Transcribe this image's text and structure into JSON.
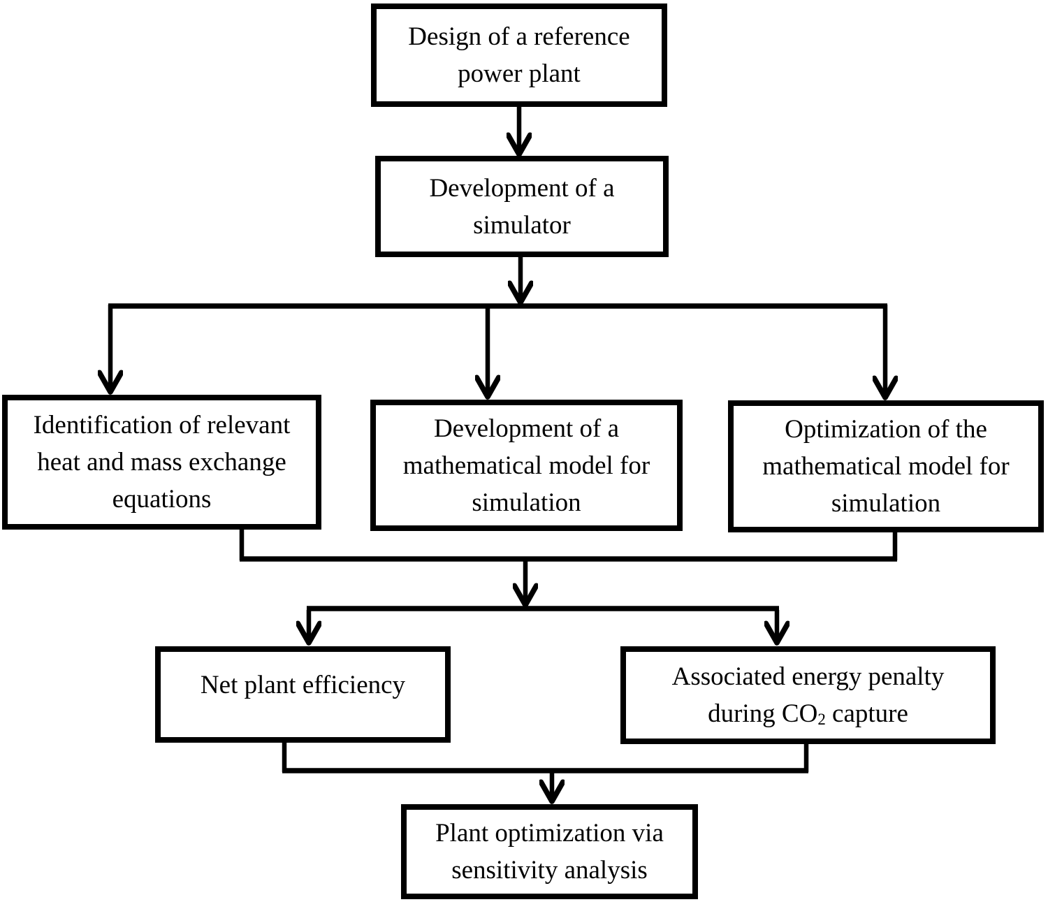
{
  "diagram_type": "flowchart",
  "colors": {
    "background": "#ffffff",
    "box_border": "#000000",
    "box_fill": "#ffffff",
    "text": "#000000",
    "connector": "#000000"
  },
  "boxes": {
    "design": {
      "lines": [
        "Design of a reference",
        "power plant"
      ]
    },
    "simulator": {
      "lines": [
        "Development of a",
        "simulator"
      ]
    },
    "identification": {
      "lines": [
        "Identification of relevant",
        "heat and mass exchange",
        "equations"
      ]
    },
    "math_model": {
      "lines": [
        "Development of a",
        "mathematical model for",
        "simulation"
      ]
    },
    "optimization": {
      "lines": [
        "Optimization of the",
        "mathematical model for",
        "simulation"
      ]
    },
    "efficiency": {
      "lines": [
        "Net plant efficiency"
      ]
    },
    "penalty": {
      "line1": "Associated energy penalty",
      "line2": {
        "pre": "during CO",
        "sub": "2",
        "post": " capture"
      }
    },
    "sensitivity": {
      "lines": [
        "Plant optimization via",
        "sensitivity analysis"
      ]
    }
  },
  "flow": [
    "design -> simulator",
    "simulator -> identification",
    "simulator -> math_model",
    "simulator -> optimization",
    "identification + optimization -> efficiency",
    "identification + optimization -> penalty",
    "efficiency + penalty -> sensitivity"
  ]
}
